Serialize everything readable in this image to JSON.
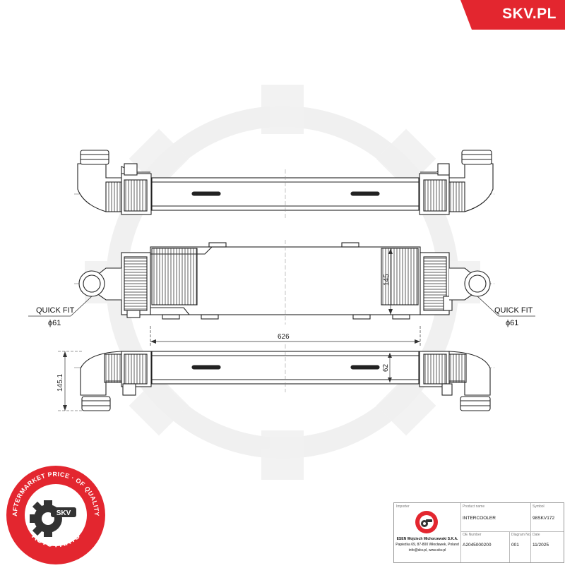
{
  "brand": {
    "name": "SKV.PL",
    "color": "#e3262f"
  },
  "seal": {
    "ring_text": "AFTERMARKET PRICE · OF QUALITY",
    "bottom_text": "AUTO PARTS",
    "badge": "SKV",
    "color": "#e3262f"
  },
  "drawing": {
    "dim_width": "626",
    "dim_height_core": "145",
    "dim_height_total": "145.1",
    "dim_depth": "62",
    "left_port": {
      "line1": "QUICK FIT",
      "line2": "ϕ61"
    },
    "right_port": {
      "line1": "QUICK FIT",
      "line2": "ϕ61"
    }
  },
  "titleblock": {
    "importer_label": "Importer",
    "company_name": "ESEN Wojciech Michorzewski S.K.A.",
    "company_address": "Papieżka 69, 87-800 Włocławek, Poland",
    "company_contact": "info@skv.pl, www.skv.pl",
    "product_name_label": "Product name",
    "product_name": "INTERCOOLER",
    "symbol_label": "Symbol",
    "symbol": "98SKV172",
    "oe_label": "OE Number",
    "oe_number": "A2045000200",
    "diagram_label": "Diagram No.",
    "diagram_no": "001",
    "date_label": "Date",
    "date": "11/2025"
  }
}
